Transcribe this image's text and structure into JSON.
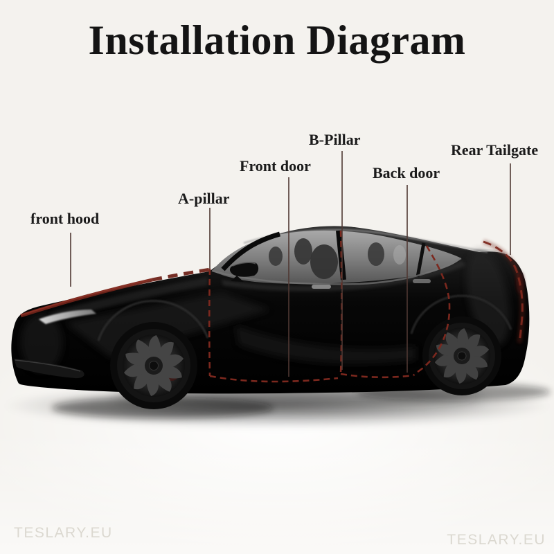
{
  "background_color": "#f4f2ee",
  "title": {
    "text": "Installation Diagram",
    "color": "#141414"
  },
  "labels": [
    {
      "name": "front-hood",
      "text": "front hood"
    },
    {
      "name": "a-pillar",
      "text": "A-pillar"
    },
    {
      "name": "front-door",
      "text": "Front door"
    },
    {
      "name": "b-pillar",
      "text": "B-Pillar"
    },
    {
      "name": "back-door",
      "text": "Back door"
    },
    {
      "name": "rear-tailgate",
      "text": "Rear Tailgate"
    }
  ],
  "watermarks": {
    "left": "TESLARY.EU",
    "right": "TESLARY.EU"
  },
  "colors": {
    "seal_highlight": "#7c281e",
    "seal_bright": "#8d3125",
    "leader_line": "#4f3833",
    "car_body": "#060606",
    "window_glass": "#8f8f8f",
    "watermark": "#dbd8d0"
  },
  "scene": {
    "subject": "black SUV side profile facing left with door, hood and tailgate seals highlighted in dark red dashed lines"
  }
}
